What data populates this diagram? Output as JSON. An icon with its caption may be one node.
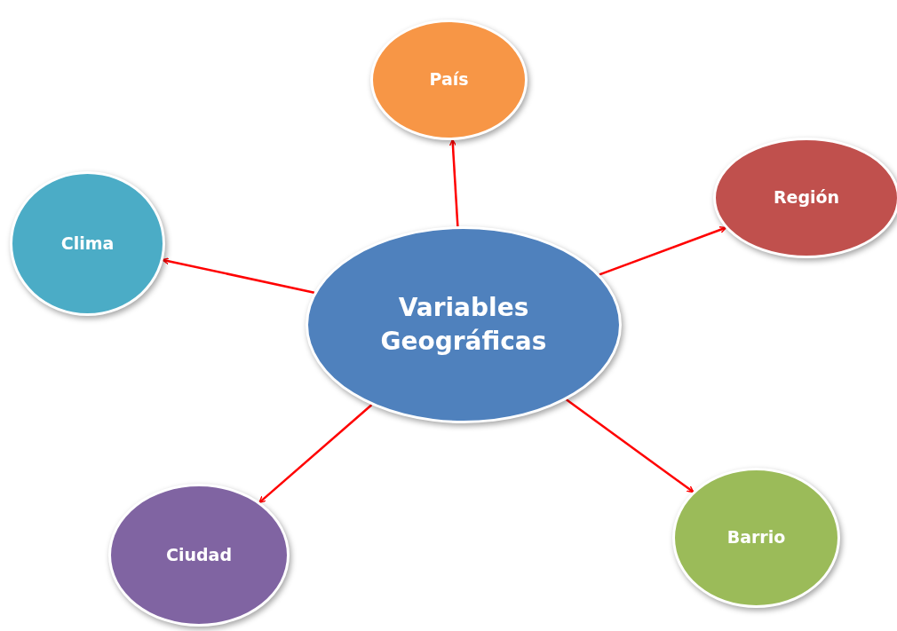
{
  "diagram": {
    "nodes": [
      {
        "text": [
          "Variables Geográficas"
        ]
      },
      {
        "text": [
          "País"
        ]
      },
      {
        "text": [
          "Región"
        ]
      },
      {
        "text": [
          "Clima"
        ]
      },
      {
        "text": [
          "Ciudad"
        ]
      },
      {
        "text": [
          "Barrio"
        ]
      }
    ],
    "edges": [
      {
        "from": 0,
        "to": 1,
        "arrow": "to"
      },
      {
        "from": 0,
        "to": 2,
        "arrow": "to"
      },
      {
        "from": 0,
        "to": 3,
        "arrow": "to"
      },
      {
        "from": 0,
        "to": 4,
        "arrow": "to"
      },
      {
        "from": 0,
        "to": 5,
        "arrow": "to"
      }
    ]
  }
}
